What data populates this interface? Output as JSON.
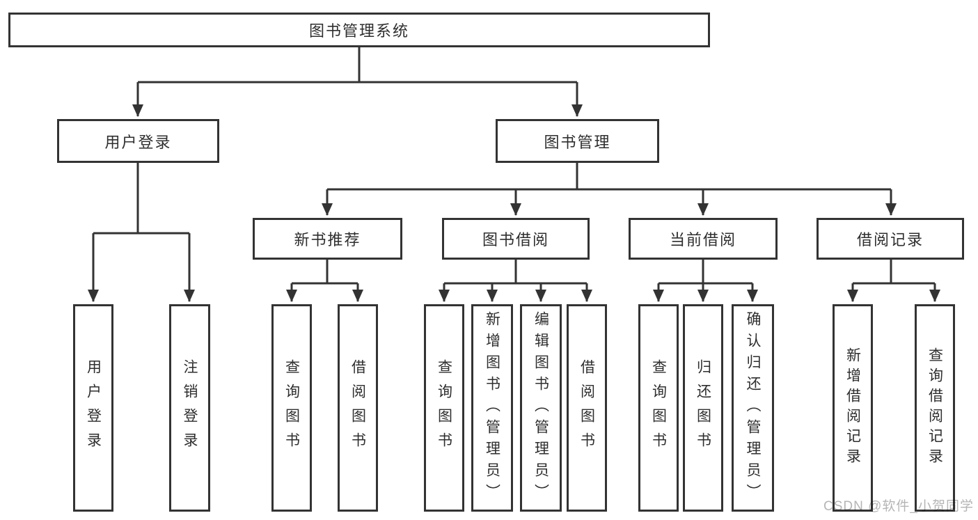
{
  "diagram": {
    "type": "hierarchy-tree",
    "orientation": "top-down",
    "line_color": "#333333",
    "box_border_color": "#333333",
    "box_fill_color": "#ffffff",
    "text_color": "#2e2e2e"
  },
  "tree": {
    "label": "图书管理系统",
    "children": [
      {
        "label": "用户登录",
        "children": [
          {
            "label": "用户登录"
          },
          {
            "label": "注销登录"
          }
        ]
      },
      {
        "label": "图书管理",
        "children": [
          {
            "label": "新书推荐",
            "children": [
              {
                "label": "查询图书"
              },
              {
                "label": "借阅图书"
              }
            ]
          },
          {
            "label": "图书借阅",
            "children": [
              {
                "label": "查询图书"
              },
              {
                "label": "新增图书（管理员）"
              },
              {
                "label": "编辑图书（管理员）"
              },
              {
                "label": "借阅图书"
              }
            ]
          },
          {
            "label": "当前借阅",
            "children": [
              {
                "label": "查询图书"
              },
              {
                "label": "归还图书"
              },
              {
                "label": "确认归还（管理员）"
              }
            ]
          },
          {
            "label": "借阅记录",
            "children": [
              {
                "label": "新增借阅记录"
              },
              {
                "label": "查询借阅记录"
              }
            ]
          }
        ]
      }
    ]
  },
  "watermark": {
    "text": "CSDN @软件_小贺同学",
    "color": "#b5b5b5"
  }
}
